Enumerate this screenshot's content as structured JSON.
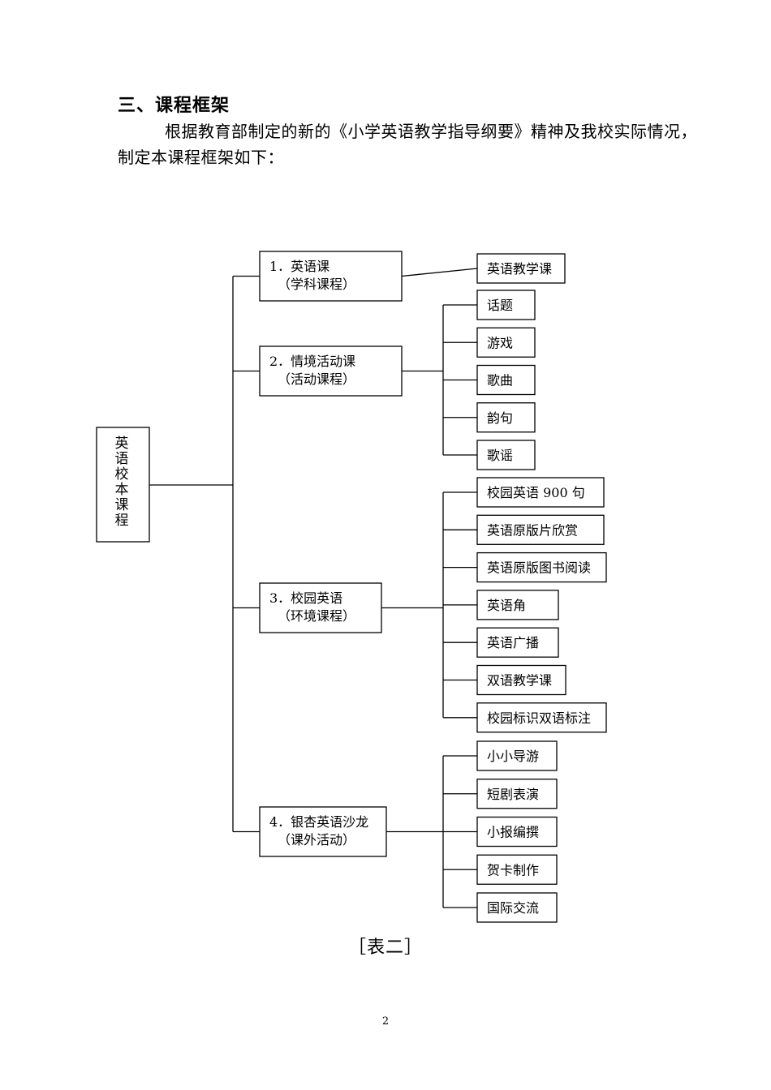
{
  "section": {
    "heading": "三、课程框架",
    "paragraph": "根据教育部制定的新的《小学英语教学指导纲要》精神及我校实际情况，制定本课程框架如下："
  },
  "diagram": {
    "root": "英语校本课程",
    "branches": [
      {
        "title": "1．英语课",
        "subtitle": "（学科课程）",
        "items": [
          "英语教学课"
        ]
      },
      {
        "title": "2．情境活动课",
        "subtitle": "（活动课程）",
        "items": [
          "话题",
          "游戏",
          "歌曲",
          "韵句",
          "歌谣"
        ]
      },
      {
        "title": "3．校园英语",
        "subtitle": "（环境课程）",
        "items": [
          "校园英语 900 句",
          "英语原版片欣赏",
          "英语原版图书阅读",
          "英语角",
          "英语广播",
          "双语教学课",
          "校园标识双语标注"
        ]
      },
      {
        "title": "4．银杏英语沙龙",
        "subtitle": "（课外活动）",
        "items": [
          "小小导游",
          "短剧表演",
          "小报编撰",
          "贺卡制作",
          "国际交流"
        ]
      }
    ]
  },
  "caption": "［表二］",
  "page_number": "2"
}
